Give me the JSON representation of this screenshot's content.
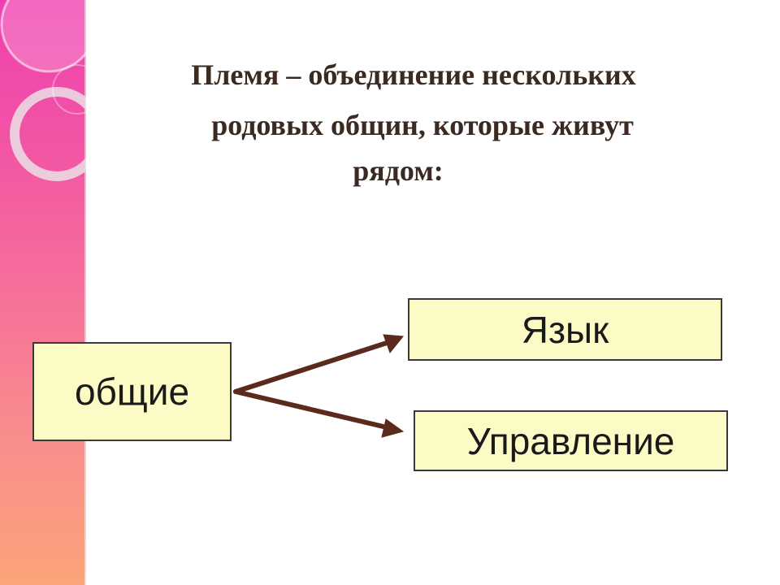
{
  "slide": {
    "title_lines": [
      "Племя – объединение нескольких",
      "родовых общин, которые живут",
      "рядом:"
    ]
  },
  "diagram": {
    "source": "общие",
    "targets": [
      "Язык",
      "Управление"
    ]
  },
  "colors": {
    "box_fill": "#fdfbc5",
    "box_border": "#3a3a3a",
    "arrow": "#5a2a1c",
    "title_text": "#3b2a22",
    "strip_top": "#ee3fb0",
    "strip_bottom": "#fba47a"
  }
}
